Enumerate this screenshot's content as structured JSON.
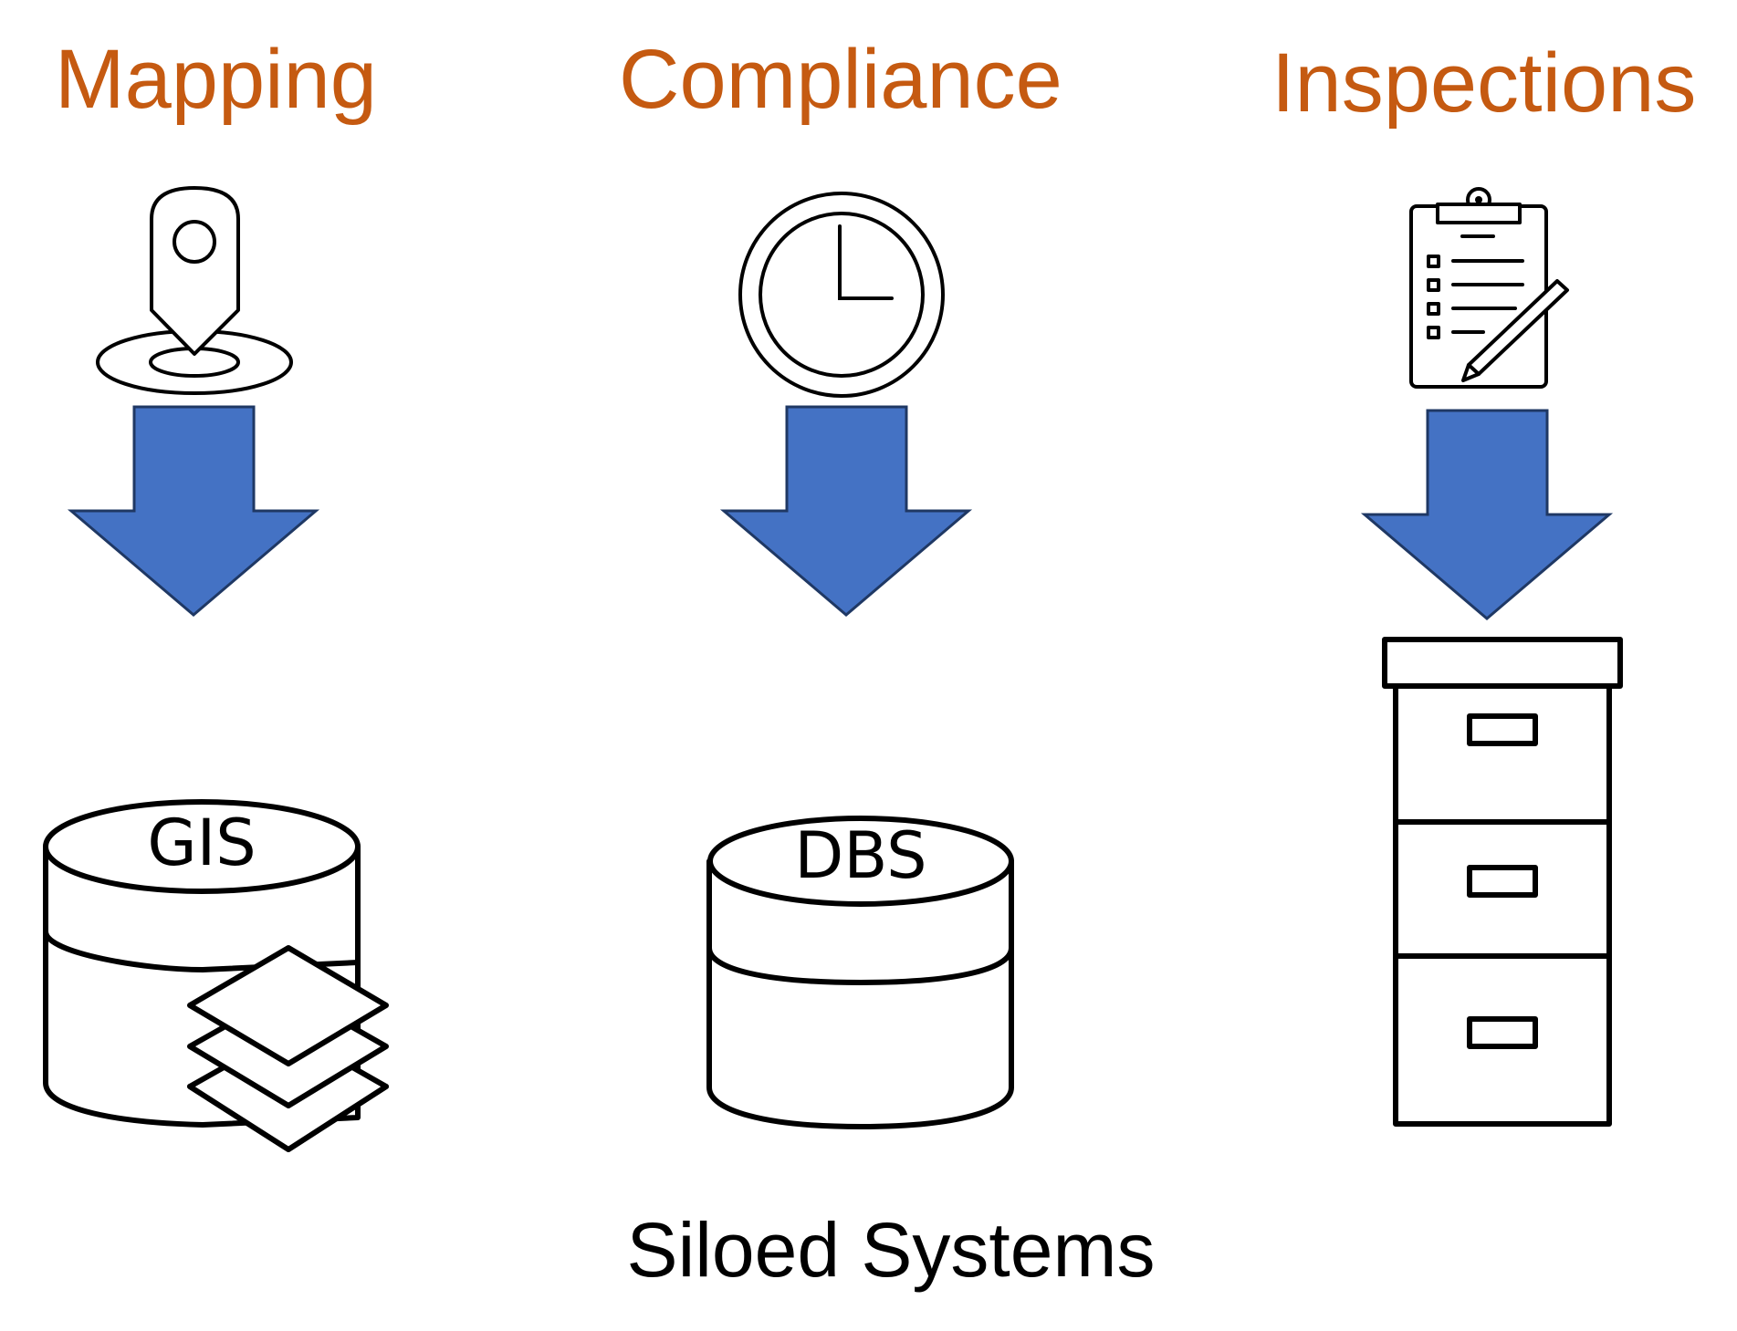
{
  "headings": {
    "mapping": "Mapping",
    "compliance": "Compliance",
    "inspections": "Inspections"
  },
  "databases": {
    "gis": "GIS",
    "dbs": "DBS"
  },
  "caption": "Siloed Systems",
  "colors": {
    "heading": "#c55a11",
    "arrow_fill": "#4472c4",
    "arrow_stroke": "#1f3864",
    "outline": "#000000"
  },
  "icons": {
    "mapping": "map-pin-icon",
    "compliance": "clock-icon",
    "inspections": "clipboard-checklist-icon",
    "gis_database": "database-layers-icon",
    "dbs_database": "database-icon",
    "file_store": "filing-cabinet-icon"
  }
}
